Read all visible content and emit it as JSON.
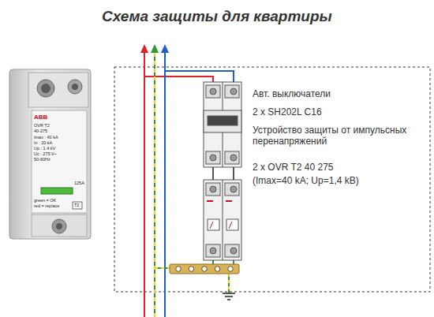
{
  "diagram": {
    "title": "Схема защиты для квартиры",
    "labels": [
      "Авт. выключатели",
      "2 x SH202L C16",
      "Устройство защиты от импульсных перенапряжений",
      "2 x OVR T2 40 275",
      "(Imax=40 kA; Up=1,4 kB)",
      "ABB",
      "OVR T2",
      "40-275",
      "Imax : 40 kA",
      "In : 20 kA",
      "Up : 1.4 kV",
      "Uc : 275 V~",
      "50-60Hz",
      "125A",
      "green = OK",
      "red = replace",
      "T2"
    ]
  }
}
